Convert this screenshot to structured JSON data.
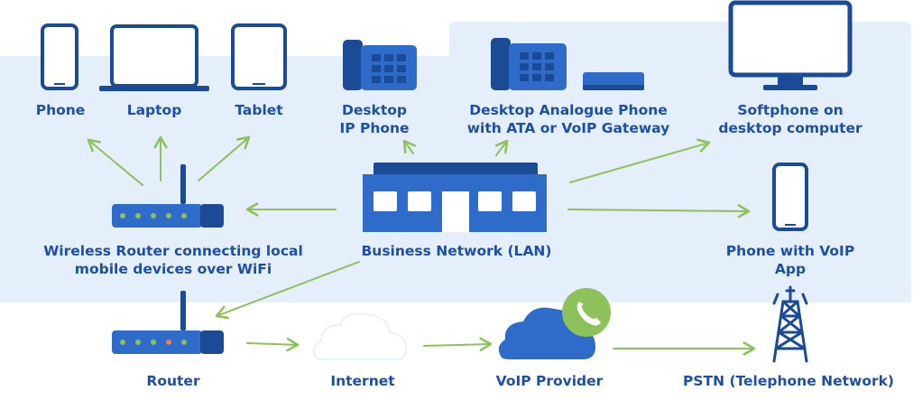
{
  "nodes": {
    "phone": "Phone",
    "laptop": "Laptop",
    "tablet": "Tablet",
    "desktop_ip_phone": [
      "Desktop",
      "IP Phone"
    ],
    "desktop_analogue_phone": [
      "Desktop Analogue Phone",
      "with ATA or VoIP Gateway"
    ],
    "softphone": [
      "Softphone on",
      "desktop computer"
    ],
    "wireless_router": [
      "Wireless Router connecting local",
      "mobile devices over WiFi"
    ],
    "business_network": "Business Network (LAN)",
    "voip_phone_app": [
      "Phone with VoIP",
      "App"
    ],
    "router": "Router",
    "internet": "Internet",
    "voip_provider": "VoIP Provider",
    "pstn": "PSTN (Telephone Network)"
  },
  "colors": {
    "background_region": "#e4effb",
    "device_blue": "#2f6cc9",
    "device_dark": "#1b4a96",
    "label": "#1e4fa6",
    "arrow": "#8dc15a",
    "led_green": "#8dc15a",
    "led_red": "#f07a5c"
  }
}
